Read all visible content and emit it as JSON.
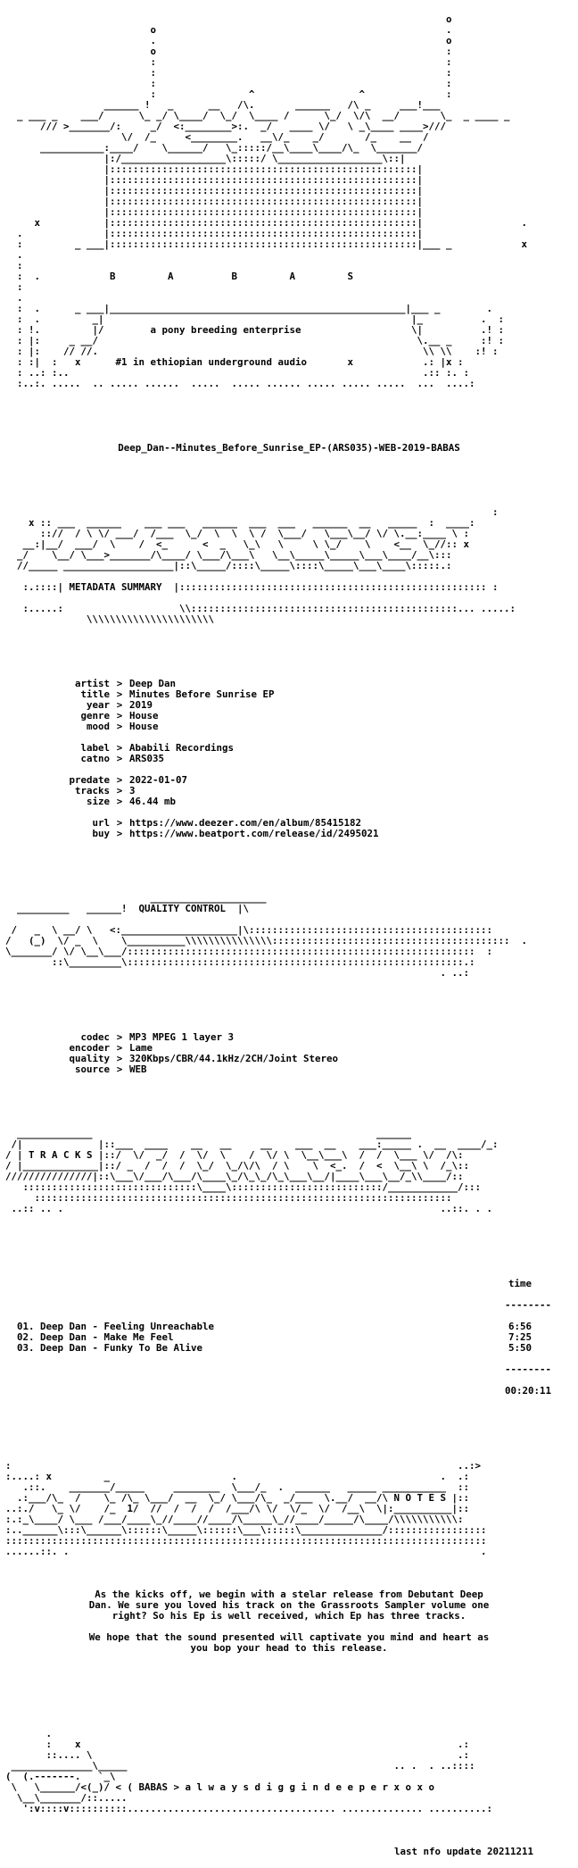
{
  "header_art": [
    "                                                                            o",
    "                         o                                                  .",
    "                         .                                                  o",
    "                         o                                                  :",
    "                         :                                                  :",
    "                         :                                                  :",
    "                         :                                                  :",
    "                         :                ^                  ^              :",
    "                 ______ !   _      __   /\\.       ______   /\\ _     ___!___",
    "  _ ___ _    ___/      \\_ _/ \\____/  \\_/  \\____ /      \\_/  \\/\\  __/       \\_  _ ____ _",
    "      /// >_______/:     _/  <:________>:.  _/   ____ \\/   \\ _\\____ ____>/// ",
    "                    \\/  /_     <________.   __\\/_    _/       /_    __  /",
    "      ___________:____/    \\______/   \\_:::::/__\\____\\____/\\_  \\_______/",
    "                 |:/__________________\\:::::/ \\__________________\\::|",
    "                 |:::::::::::::::::::::::::::::::::::::::::::::::::::::|",
    "                 |:::::::::::::::::::::::::::::::::::::::::::::::::::::|",
    "                 |:::::::::::::::::::::::::::::::::::::::::::::::::::::|",
    "                 |:::::::::::::::::::::::::::::::::::::::::::::::::::::|",
    "                 |:::::::::::::::::::::::::::::::::::::::::::::::::::::|",
    "     x           |:::::::::::::::::::::::::::::::::::::::::::::::::::::|                 .",
    "  .              |:::::::::::::::::::::::::::::::::::::::::::::::::::::|",
    "  :         _ ___|:::::::::::::::::::::::::::::::::::::::::::::::::::::|___ _            x",
    "  .",
    "  :",
    "  :  .            B         A          B         A         S",
    "  :",
    "  .",
    "  :  .      _ ___|___________________________________________________|___ _        .",
    "  :  .         _|                                                     |_          .  :",
    "  : !.         |/        a pony breeding enterprise                   \\|          .! :",
    "  : |:     _ __/                                                       \\.__ _     :! :",
    "  : |:    // //.                                                        \\\\ \\\\    :! :",
    "  : :|  :   x      #1 in ethiopian underground audio       x            .: |x :",
    "  : ..: :..                                                             .:: :. :",
    "  :..:. .....  .. ..... ......  .....  ..... ...... ..... ..... .....  ...  ....:"
  ],
  "release_name": "Deep_Dan--Minutes_Before_Sunrise_EP-(ARS035)-WEB-2019-BABAS",
  "metadata_art_top": [
    "                                                                                    :",
    "    x :: ___  ______    ___ ___   ______  ___  ___   ______  __   _____  :  ____:",
    "      :://  / \\ \\/ ___/  /___  \\_/  \\  \\  \\ /  \\___/   \\___\\__/ \\/ \\.__:____ \\ :",
    "   __:|__/  ___/  \\    /  <_      <  _   \\_\\   \\     \\ \\_/    \\    <__  \\_//:: x",
    "  _/    \\__/ \\___>_______/\\____/ \\___/\\___\\   \\__\\_____\\_____\\___\\____/__\\:::",
    "  //_____ ___________________|::\\_____/::::\\_____\\::::\\_____\\___\\____\\:::::.:"
  ],
  "metadata_label": "METADATA SUMMARY",
  "metadata_art_bottom": [
    "   :.....:                    \\\\::::::::::::::::::::::::::::::::::::::::::::::... .....:",
    "              \\\\\\\\\\\\\\\\\\\\\\\\\\\\\\\\\\\\\\\\\\\\"
  ],
  "metadata": [
    {
      "key": "artist",
      "value": "Deep Dan"
    },
    {
      "key": "title",
      "value": "Minutes Before Sunrise EP"
    },
    {
      "key": "year",
      "value": "2019"
    },
    {
      "key": "genre",
      "value": "House"
    },
    {
      "key": "mood",
      "value": "House"
    },
    {
      "key": "",
      "value": ""
    },
    {
      "key": "label",
      "value": "Ababili Recordings"
    },
    {
      "key": "catno",
      "value": "ARS035"
    },
    {
      "key": "",
      "value": ""
    },
    {
      "key": "predate",
      "value": "2022-01-07"
    },
    {
      "key": "tracks",
      "value": "3"
    },
    {
      "key": "size",
      "value": "46.44 mb"
    },
    {
      "key": "",
      "value": ""
    },
    {
      "key": "url",
      "value": "https://www.deezer.com/en/album/85415182"
    },
    {
      "key": "buy",
      "value": "https://www.beatport.com/release/id/2495021"
    }
  ],
  "quality_art_top": [
    "                         ____________________",
    "  _________   ______!  QUALITY CONTROL  |\\"
  ],
  "quality_label": "QUALITY CONTROL",
  "quality_art_bottom": [
    " /   _  \\ __/ \\   <:____________________|\\::::::::::::::::::::::::::::::::::::::::::",
    "/   (_)  \\/ _  \\    \\__________\\\\\\\\\\\\\\\\\\\\\\\\\\\\\\:::::::::::::::::::::::::::::::::::::::::  .",
    "\\_______/ \\/ \\__\\___/::::::::::::::::::::::::::::::::::::::::::::::::::::::::::::  :",
    "        ::\\_________\\::::::::::::::::::::::::::::::::::::::::::::::::::::::::::.:",
    "                                                                           . ..:"
  ],
  "quality": [
    {
      "key": "codec",
      "value": "MP3 MPEG 1 layer 3"
    },
    {
      "key": "encoder",
      "value": "Lame"
    },
    {
      "key": "quality",
      "value": "320Kbps/CBR/44.1kHz/2CH/Joint Stereo"
    },
    {
      "key": "source",
      "value": "WEB"
    }
  ],
  "tracks_art": [
    "  _____________                                                 ______",
    " /|             |::___  ____    __   __     __    ___  __    ___:_____ .  __  ____/_:",
    "/ | T R A C K S |::/  \\/  _/  /  \\/  \\    /  \\/ \\  \\__\\___\\  /  /  \\___ \\/  /\\:",
    "/ |_____________|::/ _  /  /  /  \\_/  \\_/\\/\\  / \\    \\  <_.  /  <  \\__\\ \\  /_\\::",
    "///////////////|::\\___\\/___/\\___/\\____\\_/\\_\\_/\\_\\___\\__/|____\\___\\__/_\\\\____/::",
    "   ::::::::::::::::::::::::::::::\\____\\::::::::::::::::::::::::::/____________/:::",
    "     ::::::::::::::::::::::::::::::::::::::::::::::::::::::::::::::::::::::::",
    " ..:: .. .                                                                 ..::. . ."
  ],
  "tracks_label": "T R A C K S",
  "tracks_time_header": "time",
  "tracks": [
    {
      "title": "01. Deep Dan - Feeling Unreachable",
      "time": "6:56"
    },
    {
      "title": "02. Deep Dan - Make Me Feel",
      "time": "7:25"
    },
    {
      "title": "03. Deep Dan - Funky To Be Alive",
      "time": "5:50"
    }
  ],
  "tracks_total": "00:20:11",
  "notes_art": [
    ":                                                                             ..:>",
    ":....: x         _                     .                                   .  .:",
    "   .::.    _______/_____     ________  \\___/_  .  ______   _____ ___________  ::",
    "  .:___/\\_  /    \\_ /\\_ \\___/  __  \\_/ \\___/\\_  _/___  \\.__/  __/\\ N O T E S |::",
    "..:./   \\_ \\/    /_  1/  //  /  /  /  /___/\\ \\/  \\/_  \\/  /__\\  \\|:__________|::",
    ":.:_\\____/ \\___ /___/____\\_//____//____/\\_____\\_//____/_____/\\____/\\\\\\\\\\\\\\\\\\\\\\:",
    ":..______\\:::\\______\\::::::\\_____\\::::::\\___\\:::::\\______________/:::::::::::::::::",
    ":::::::::::::::::::::::::::::::::::::::::::::::::::::::::::::::::::::::::::::::::::",
    "......::. .                                                                       ."
  ],
  "notes_label": "N O T E S",
  "notes_paragraphs": [
    [
      "As the kicks off, we begin with a stelar release from Debutant Deep",
      "Dan. We sure you loved his track on the Grassroots Sampler volume one",
      "right? So his Ep is well received, which Ep has three tracks."
    ],
    [
      "We hope that the sound presented will captivate you mind and heart as",
      "you bop your head to this release."
    ]
  ],
  "footer_art": [
    "       .",
    "       :    x                                                                 .:",
    "       ::.... \\                                                               .:",
    " ______________\\_____                                              .. .  . ..::::",
    "(  (.-------.   `_\\",
    " \\   \\______/<(_)/ < ( BABAS > a l w a y s d i g g i n d e e p e r x o x o",
    "  \\__\\_______/::.....",
    "   ':v::::v::::::::::.................................... .............. ..........:"
  ],
  "footer_tagline": "< ( BABAS > a l w a y s d i g g i n d e e p e r x o x o",
  "footer_update": "last nfo update 20211211"
}
